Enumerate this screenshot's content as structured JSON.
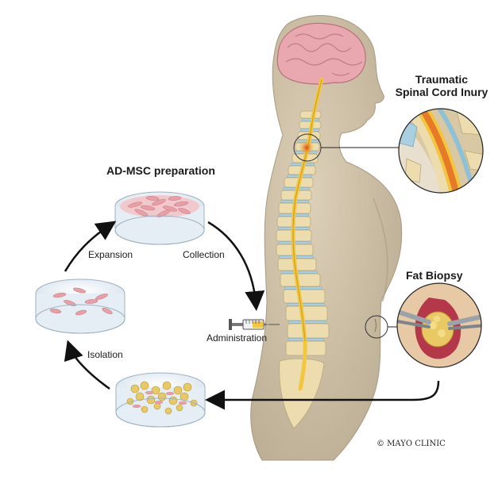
{
  "titles": {
    "preparation": "AD-MSC preparation",
    "injury_line1": "Traumatic",
    "injury_line2": "Spinal Cord Inury",
    "biopsy": "Fat Biopsy"
  },
  "steps": {
    "expansion": "Expansion",
    "collection": "Collection",
    "isolation": "Isolation",
    "administration": "Administration"
  },
  "copyright": "© MAYO CLINIC",
  "colors": {
    "skin": "#cfc1a9",
    "skin_shadow": "#b7a98f",
    "brain": "#e9a7b0",
    "spinal_cord": "#f2c640",
    "vertebra": "#ecdcae",
    "disc": "#a9cfe0",
    "injury": "#e2601e",
    "fat": "#e8c963",
    "cells": "#e8a0a6",
    "dish": "#e9f0f6"
  }
}
